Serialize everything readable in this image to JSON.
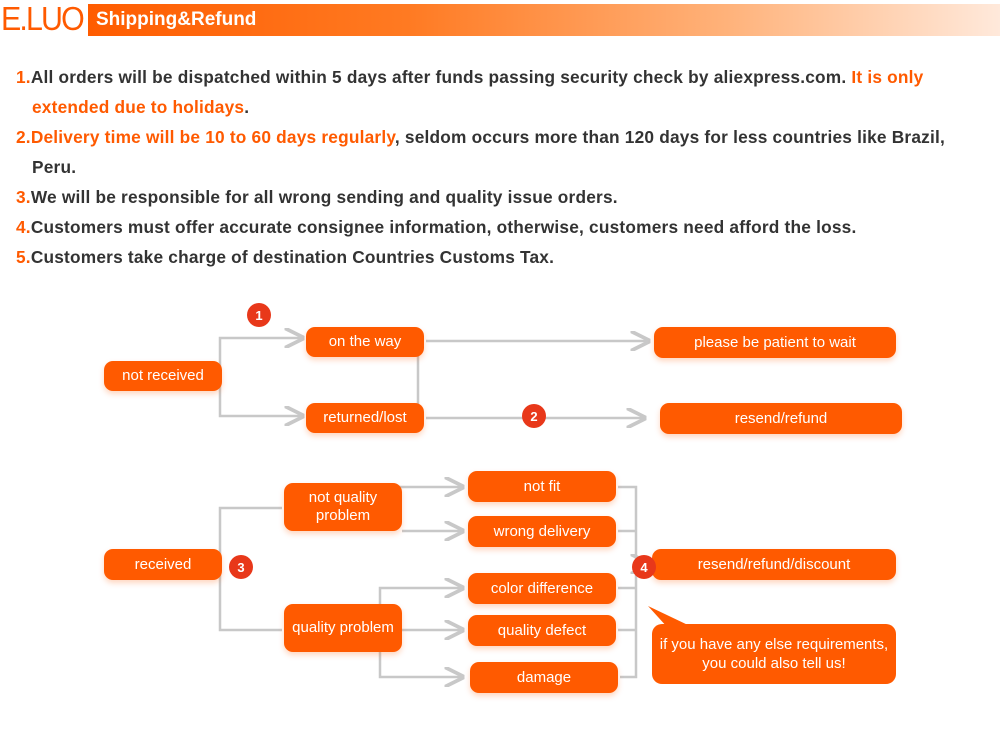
{
  "header": {
    "logo": "E.LUO",
    "title": "Shipping&Refund"
  },
  "terms": [
    {
      "num": "1.",
      "parts": [
        "All orders will be dispatched within 5 days after funds passing security check by aliexpress.com. ",
        "It is only extended due to holidays",
        "."
      ]
    },
    {
      "num": "2.",
      "parts": [
        "Delivery time will be 10 to 60 days regularly",
        ", seldom occurs more than 120 days for less countries like Brazil, Peru."
      ]
    },
    {
      "num": "3.",
      "text": "We will be responsible for all wrong sending and quality issue orders."
    },
    {
      "num": "4.",
      "text": "Customers must offer accurate consignee information, otherwise, customers need afford the loss."
    },
    {
      "num": "5.",
      "text": "Customers take charge of destination Countries Customs Tax."
    }
  ],
  "flow": {
    "not_received": "not received",
    "on_the_way": "on the way",
    "returned_lost": "returned/lost",
    "please_wait": "please be patient to wait",
    "resend_refund": "resend/refund",
    "received": "received",
    "not_quality_problem": "not quality problem",
    "quality_problem": "quality problem",
    "not_fit": "not fit",
    "wrong_delivery": "wrong delivery",
    "color_difference": "color difference",
    "quality_defect": "quality defect",
    "damage": "damage",
    "resend_refund_discount": "resend/refund/discount",
    "note_line1": "if you have any else requirements,",
    "note_line2": "you could also tell us!",
    "step1": "1",
    "step2": "2",
    "step3": "3",
    "step4": "4"
  },
  "colors": {
    "accent": "#ff5a00",
    "step_circle": "#e8381a",
    "text": "#333333",
    "connector": "#c8c8c8"
  }
}
